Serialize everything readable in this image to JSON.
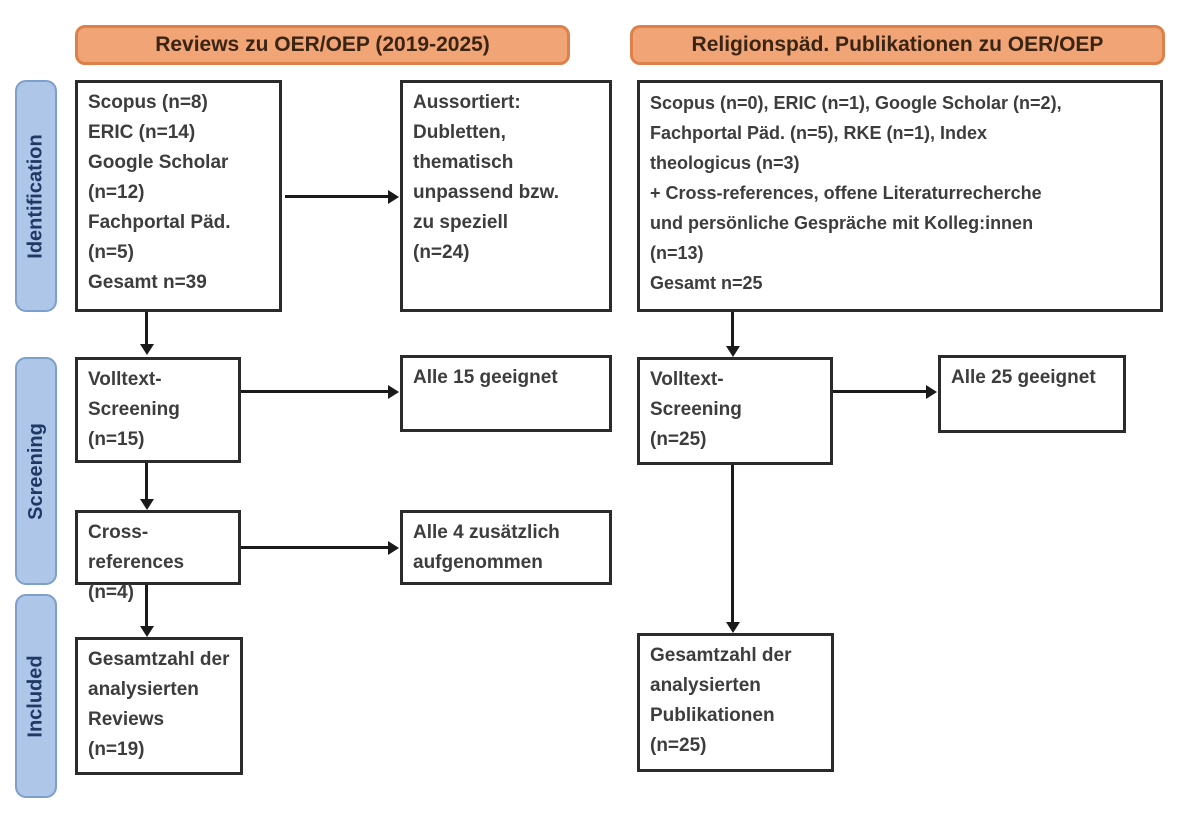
{
  "colors": {
    "header_fill": "#f1a476",
    "header_border": "#dd8049",
    "header_text": "#3a2414",
    "stage_fill": "#aec6e8",
    "stage_border": "#7d9fcb",
    "stage_text": "#1f3864",
    "box_border": "#2b2b2b",
    "box_text": "#3d3d3d",
    "arrow": "#1a1a1a"
  },
  "columns": [
    {
      "header": "Reviews zu OER/OEP (2019-2025)"
    },
    {
      "header": "Religionspäd. Publikationen zu OER/OEP"
    }
  ],
  "stages": [
    {
      "label": "Identification"
    },
    {
      "label": "Screening"
    },
    {
      "label": "Included"
    }
  ],
  "boxes": {
    "left_sources": "Scopus (n=8)\nERIC (n=14)\nGoogle Scholar\n(n=12)\nFachportal Päd.\n(n=5)\nGesamt n=39",
    "left_excluded": "Aussortiert:\nDubletten,\nthematisch\nunpassend bzw.\nzu speziell\n(n=24)",
    "left_fulltext": "Volltext-\nScreening\n(n=15)",
    "left_fulltext_result": "Alle 15 geeignet",
    "left_crossref": "Cross-references\n(n=4)",
    "left_crossref_result": "Alle 4 zusätzlich\naufgenommen",
    "left_included": "Gesamtzahl der\nanalysierten\nReviews\n(n=19)",
    "right_sources": "Scopus (n=0), ERIC (n=1), Google Scholar (n=2),\nFachportal Päd. (n=5), RKE (n=1), Index\ntheologicus (n=3)\n+ Cross-references, offene Literaturrecherche\nund persönliche Gespräche mit Kolleg:innen\n(n=13)\nGesamt n=25",
    "right_fulltext": "Volltext-\nScreening\n(n=25)",
    "right_fulltext_result": "Alle 25 geeignet",
    "right_included": "Gesamtzahl der\nanalysierten\nPublikationen\n(n=25)"
  }
}
